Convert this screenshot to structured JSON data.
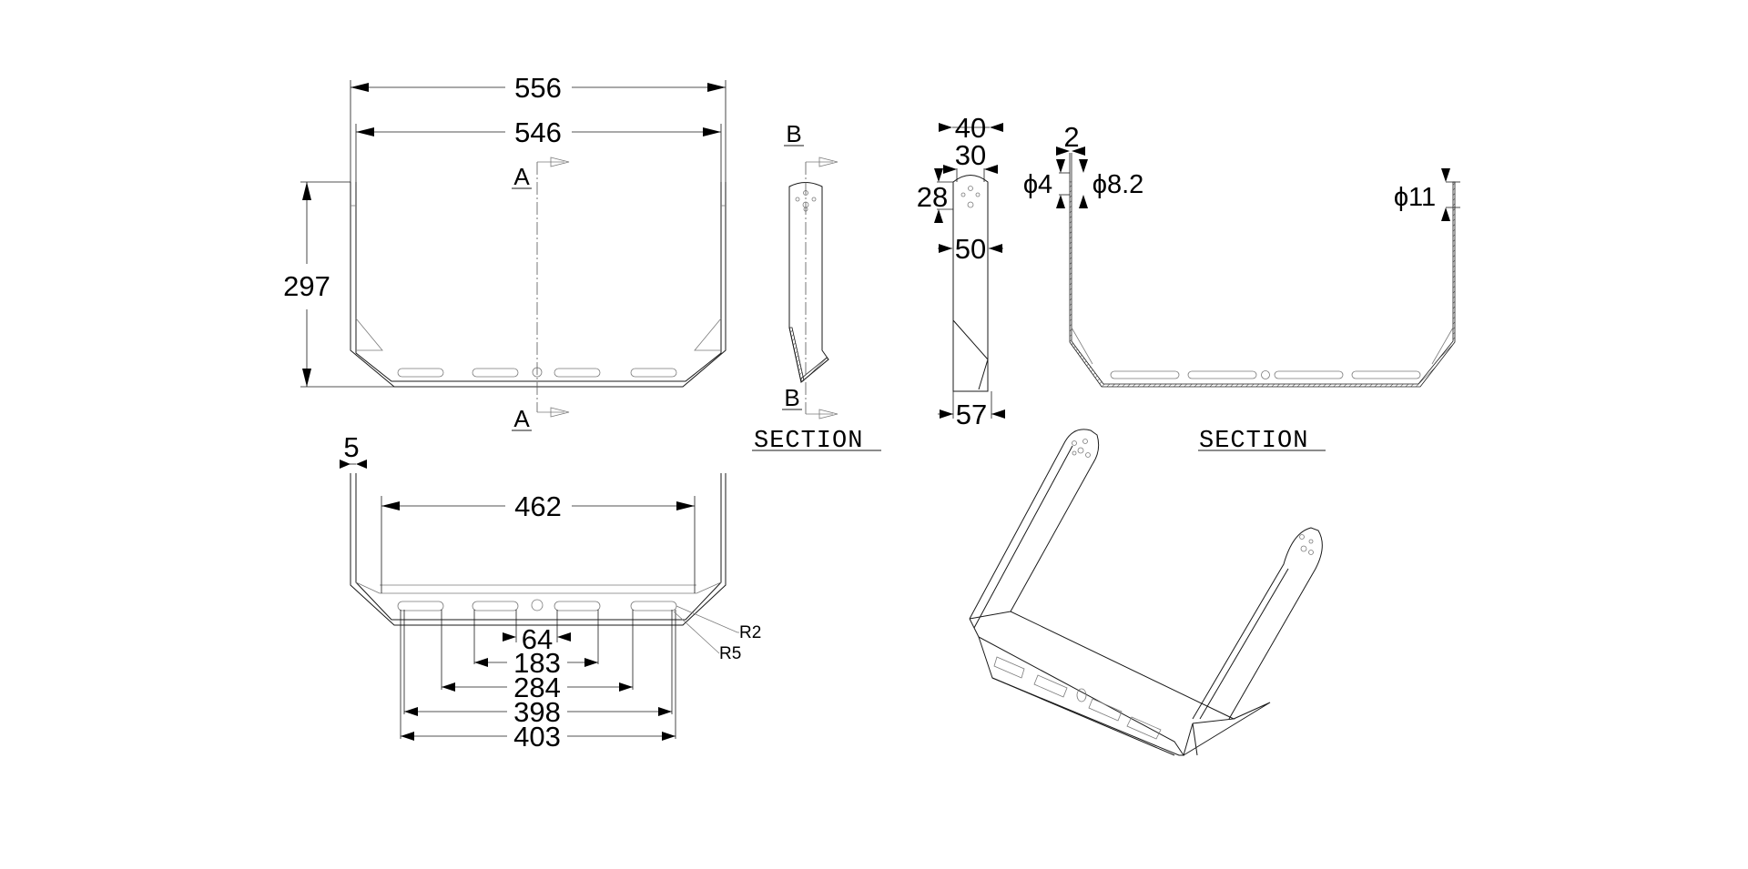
{
  "dimensions": {
    "width_outer": "556",
    "width_inner": "546",
    "height": "297",
    "tab_width": "40",
    "tab_inner": "30",
    "tab_height": "28",
    "side_width": "50",
    "side_base": "57",
    "wall_thickness": "2",
    "hole_small": "ϕ4",
    "hole_medium": "ϕ8.2",
    "hole_large": "ϕ11",
    "plate_thickness": "5",
    "inner_span": "462",
    "slot_64": "64",
    "slot_183": "183",
    "slot_284": "284",
    "slot_398": "398",
    "slot_403": "403",
    "radius_small": "R2",
    "radius_large": "R5"
  },
  "labels": {
    "section_a_top": "A",
    "section_a_bottom": "A",
    "section_b_top": "B",
    "section_b_bottom": "B",
    "section_b_title": "SECTION",
    "section_a_title": "SECTION"
  }
}
